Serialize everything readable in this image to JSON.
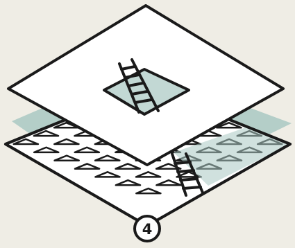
{
  "colors": {
    "background": "#efede5",
    "paper": "#ffffff",
    "ink": "#1a1a1a",
    "teal_band": "#a9c8c3",
    "hatch_fill": "#c2d8d4"
  },
  "icons": {
    "ladder": "ladder-icon",
    "hatch": "hatch-opening",
    "triangle_pattern": "triangle-tile-pattern"
  },
  "step_badge": {
    "number": "4"
  }
}
